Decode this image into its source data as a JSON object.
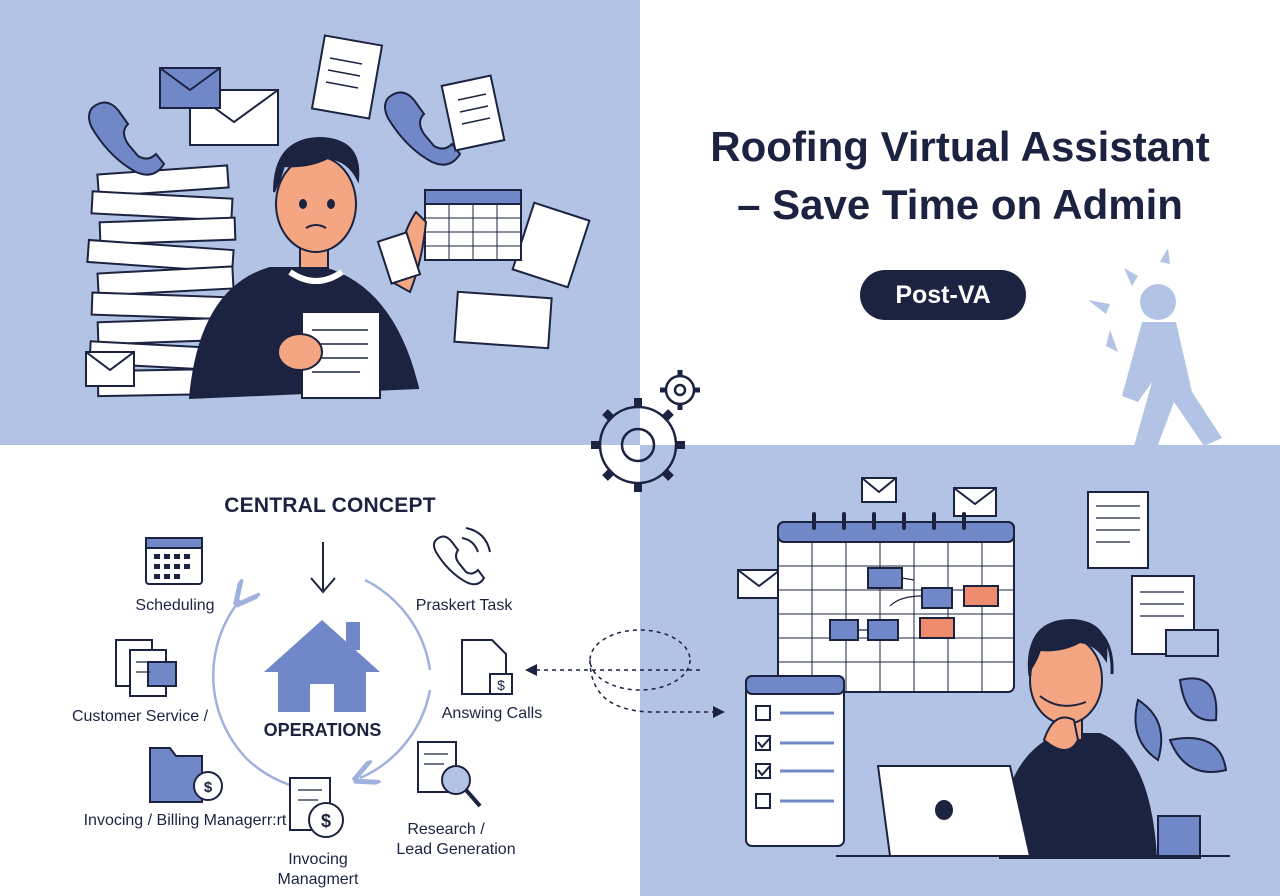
{
  "headline": {
    "line1": "Roofing Virtual Assistant",
    "line2": "– Save Time on Admin"
  },
  "badge": {
    "label": "Post-VA"
  },
  "concept": {
    "title": "CENTRAL CONCEPT",
    "center_label": "OPERATIONS",
    "nodes": [
      {
        "key": "scheduling",
        "label": "Scheduling",
        "icon": "calendar-icon"
      },
      {
        "key": "customer_service",
        "label": "Customer Service /",
        "icon": "documents-icon"
      },
      {
        "key": "invoicing_billing",
        "label": "Invocing / Billing Managerr:rt",
        "icon": "folder-coin-icon"
      },
      {
        "key": "invoicing_mgmt",
        "label_line1": "Invocing",
        "label_line2": "Managmert",
        "icon": "invoice-dollar-icon"
      },
      {
        "key": "research",
        "label_line1": "Research /",
        "label_line2": "Lead Generation",
        "icon": "magnifier-document-icon"
      },
      {
        "key": "answering",
        "label": "Answing Calls",
        "icon": "document-dollar-icon"
      },
      {
        "key": "praskert",
        "label": "Praskert Task",
        "icon": "phone-icon"
      }
    ]
  },
  "colors": {
    "panel_blue": "#b3c3e6",
    "accent_blue": "#7088c8",
    "navy": "#1c2340",
    "skin": "#f4a582",
    "highlight_orange": "#ee8a6e"
  },
  "illustrations": {
    "pre_va": "stressed-worker-with-paper-stacks",
    "post_va": "calm-worker-with-laptop-and-calendar",
    "connector": "gears-icon",
    "runner": "walking-figure-icon"
  }
}
